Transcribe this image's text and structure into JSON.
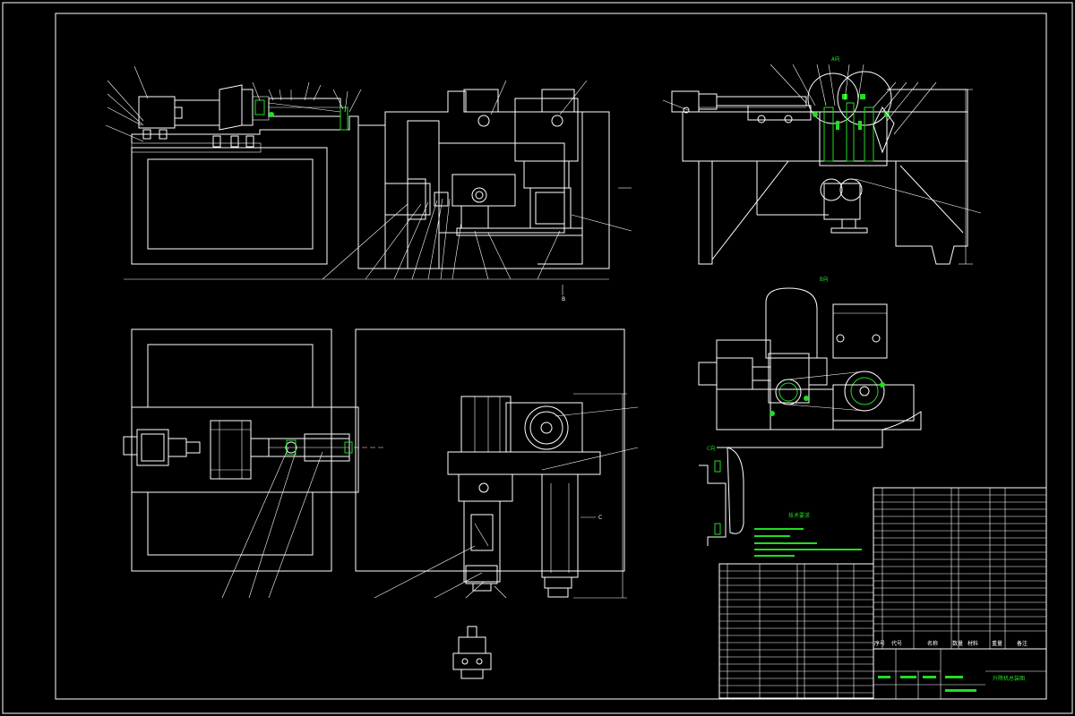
{
  "drawing": {
    "view_labels": {
      "view_b": "B向",
      "view_a": "A向",
      "view_c": "C向",
      "marker_b": "B",
      "marker_c": "C"
    },
    "tech_requirements_title": "技术要求",
    "table_headers": {
      "seq": "序号",
      "code": "代号",
      "name": "名称",
      "qty": "数量",
      "material": "材料",
      "weight": "重量",
      "remark": "备注"
    },
    "title_block_name": "升降机总装图"
  }
}
